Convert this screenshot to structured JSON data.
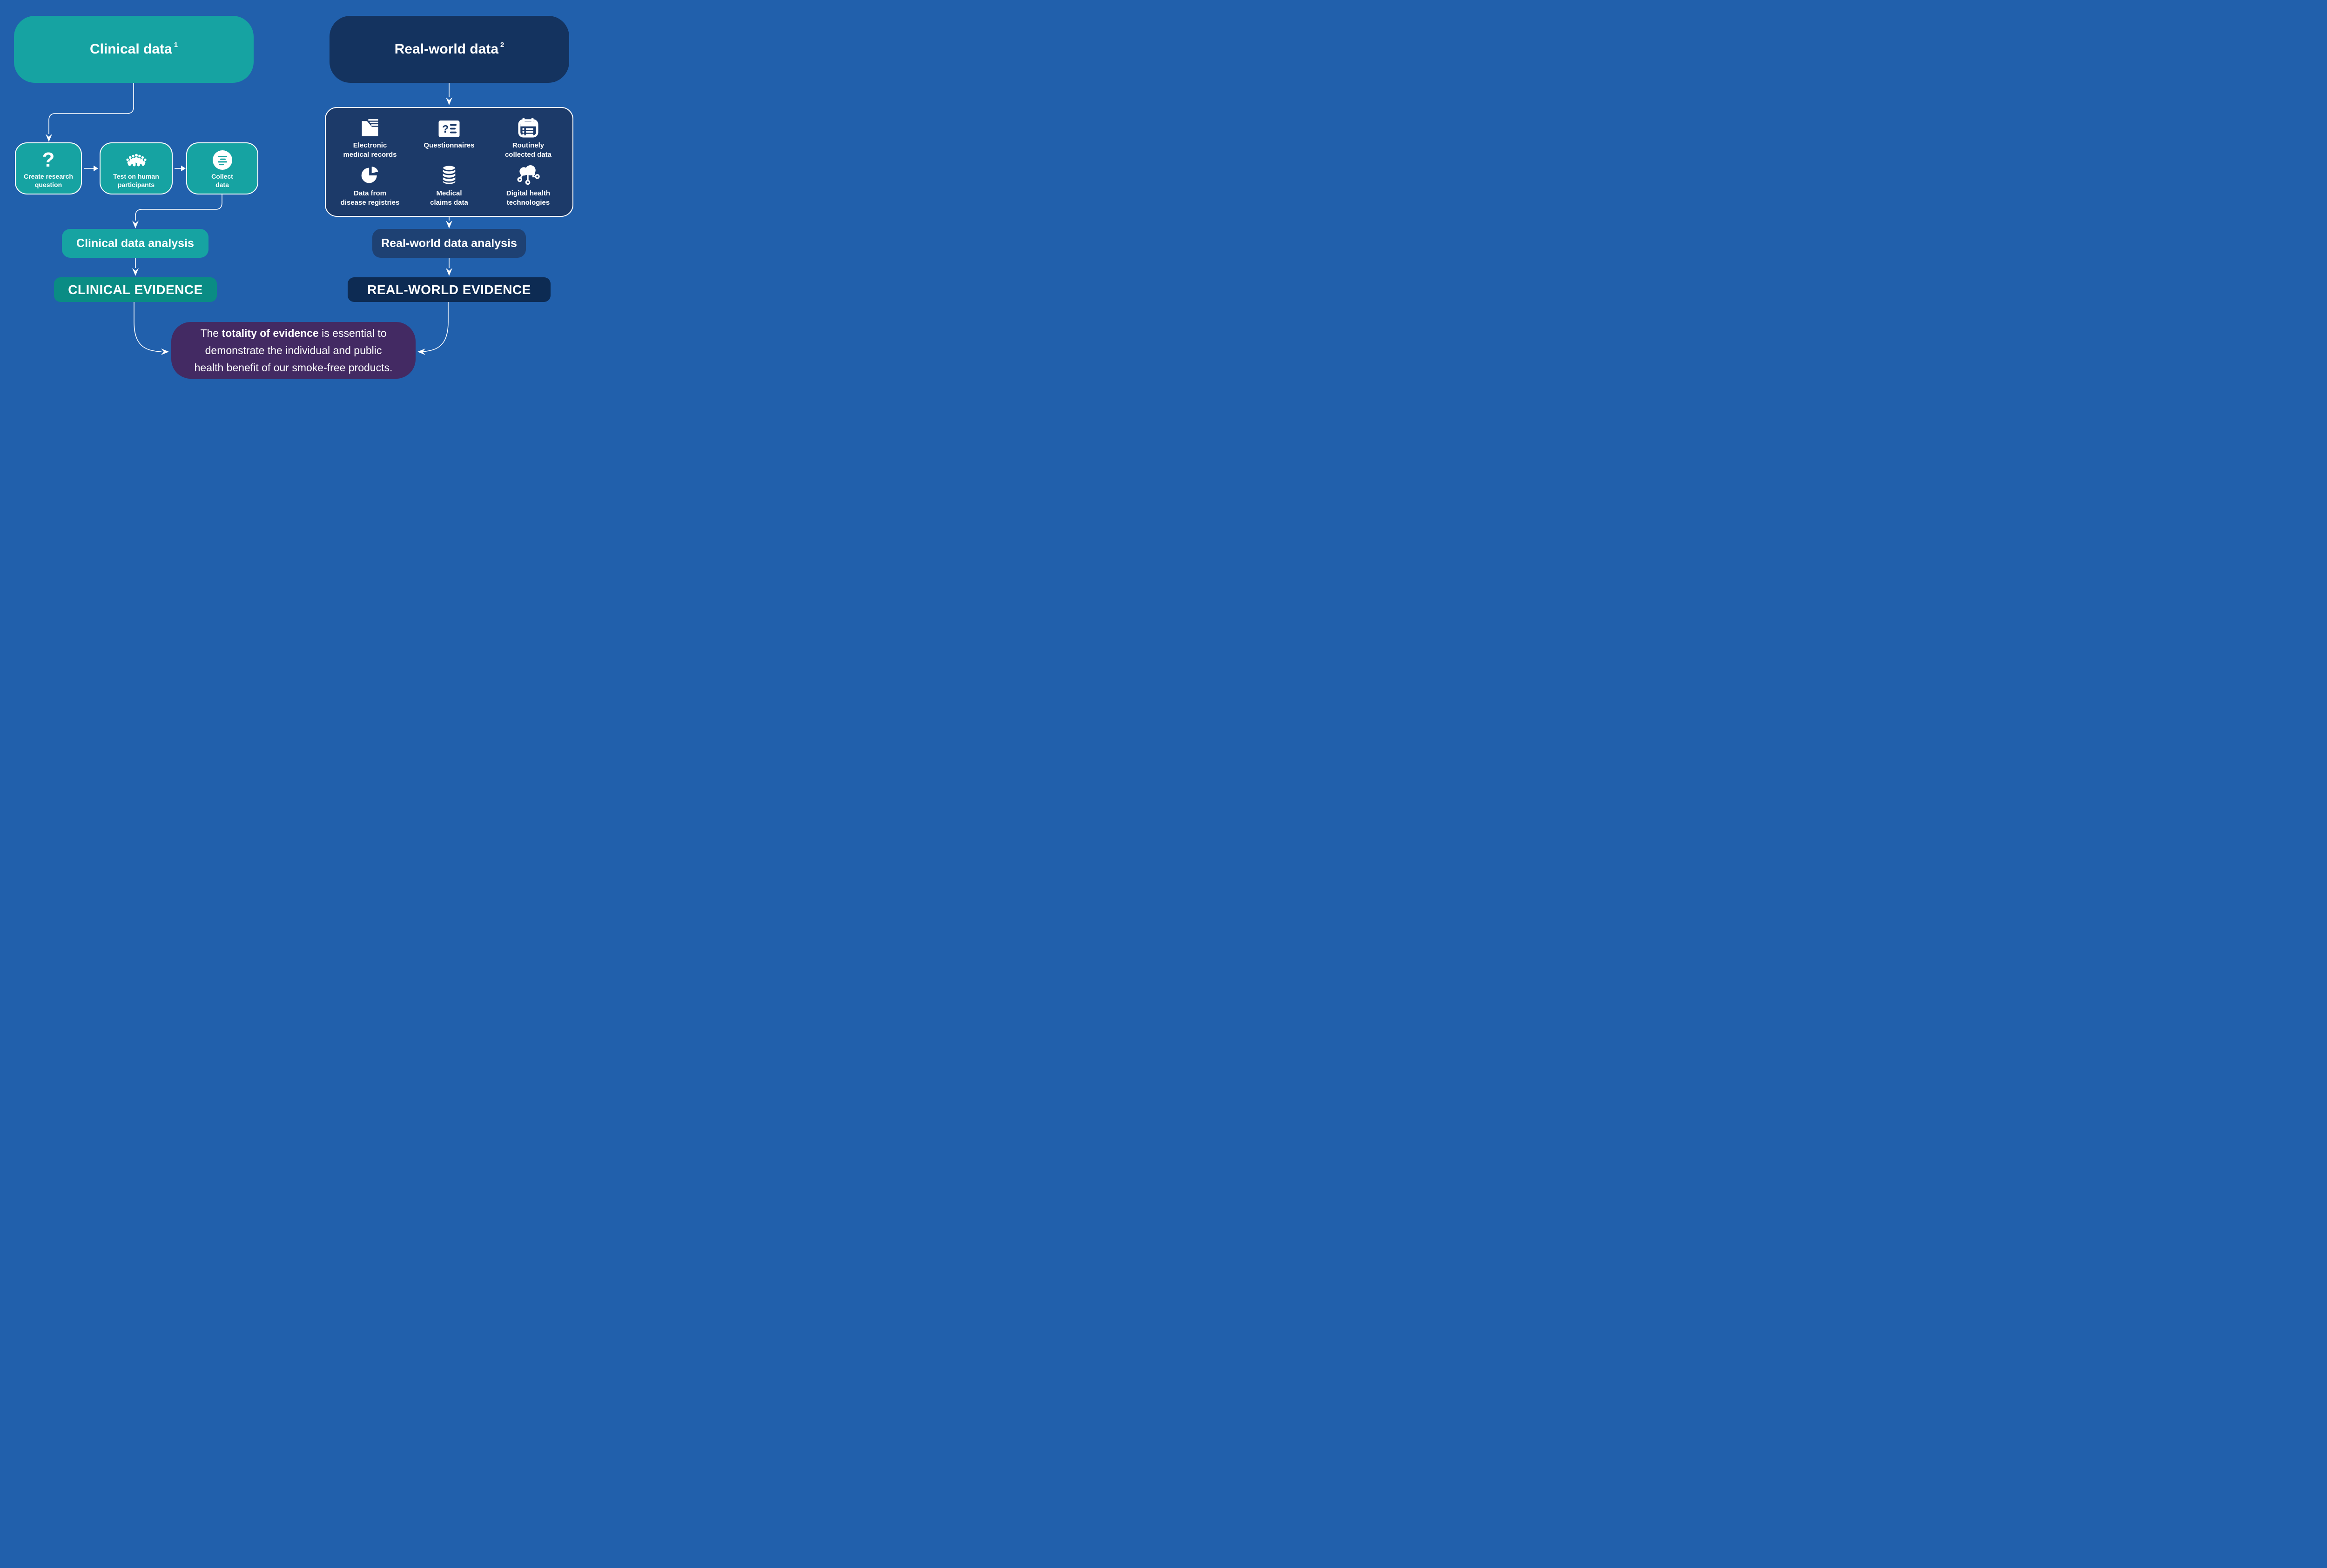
{
  "colors": {
    "bg": "#2160AC",
    "teal": "#16A3A2",
    "tealDark": "#0A8C84",
    "navyTitle": "#14335F",
    "navyPanel": "#1C3A69",
    "navyAnalysis": "#1E4173",
    "navyEvidence": "#0D2B53",
    "purple": "#432A63",
    "line": "#FFFFFF",
    "text": "#FFFFFF"
  },
  "left": {
    "title": "Clinical data",
    "title_sup": "1",
    "steps": [
      {
        "icon": "question-mark-icon",
        "line1": "Create research",
        "line2": "question"
      },
      {
        "icon": "people-group-icon",
        "line1": "Test on human",
        "line2": "participants"
      },
      {
        "icon": "list-circle-icon",
        "line1": "Collect",
        "line2": "data"
      }
    ],
    "analysis": "Clinical data analysis",
    "evidence": "CLINICAL EVIDENCE"
  },
  "right": {
    "title": "Real-world data",
    "title_sup": "2",
    "sources": [
      {
        "icon": "folder-records-icon",
        "line1": "Electronic",
        "line2": "medical records"
      },
      {
        "icon": "questionnaire-card-icon",
        "line1": "Questionnaires",
        "line2": ""
      },
      {
        "icon": "calendar-icon",
        "line1": "Routinely",
        "line2": "collected data"
      },
      {
        "icon": "pie-chart-icon",
        "line1": "Data from",
        "line2": "disease registries"
      },
      {
        "icon": "database-icon",
        "line1": "Medical",
        "line2": "claims data"
      },
      {
        "icon": "cloud-network-icon",
        "line1": "Digital health",
        "line2": "technologies"
      }
    ],
    "analysis": "Real-world data analysis",
    "evidence": "REAL-WORLD EVIDENCE"
  },
  "summary": {
    "line1_pre": "The ",
    "line1_bold": "totality of evidence",
    "line1_post": " is essential to",
    "line2": "demonstrate the individual and public",
    "line3": "health benefit of our smoke-free products."
  }
}
